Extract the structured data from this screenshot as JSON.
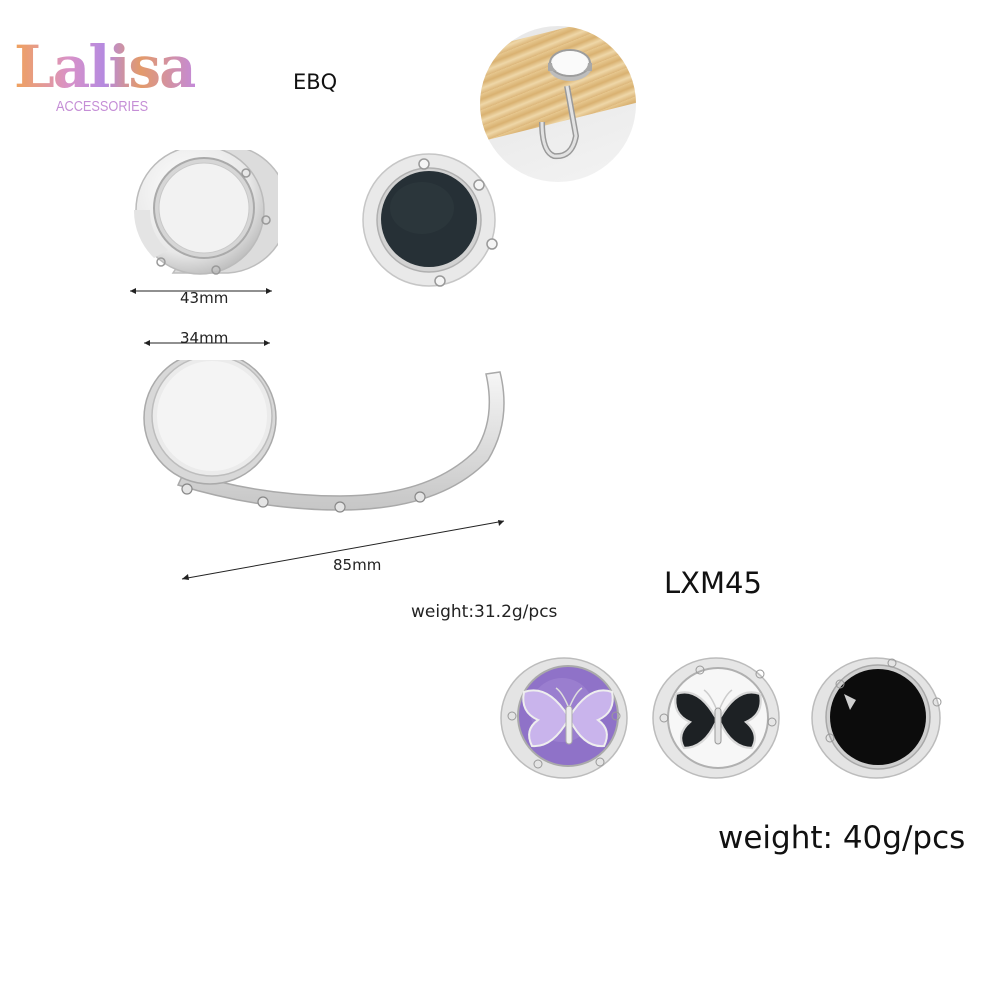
{
  "brand": {
    "logo_text": "Lalisa",
    "logo_subtitle": "ACCESSORIES",
    "colors": {
      "orange": "#f0a25a",
      "pink": "#d992c8",
      "purple": "#b58ae0",
      "subtitle": "#c58ed6"
    }
  },
  "product_ebq": {
    "code": "EBQ",
    "dimensions": {
      "closed_diameter": "43mm",
      "disc_diameter": "34mm",
      "open_length": "85mm"
    },
    "weight": "weight:31.2g/pcs",
    "images": [
      {
        "name": "ebq-closed-silver",
        "description": "closed silver hook, blank face"
      },
      {
        "name": "ebq-closed-black",
        "description": "closed hook, dark face"
      },
      {
        "name": "ebq-in-use-photo",
        "description": "hook hanging from wooden table edge"
      },
      {
        "name": "ebq-open-unfolded",
        "description": "unfolded hook with hinged arm"
      }
    ]
  },
  "product_lxm45": {
    "code": "LXM45",
    "weight": "weight: 40g/pcs",
    "variants": [
      {
        "name": "purple-butterfly",
        "face_color": "#8a6ac8"
      },
      {
        "name": "white-black-butterfly",
        "face_color": "#f4f4f4"
      },
      {
        "name": "plain-black",
        "face_color": "#0c0c0c"
      }
    ]
  }
}
